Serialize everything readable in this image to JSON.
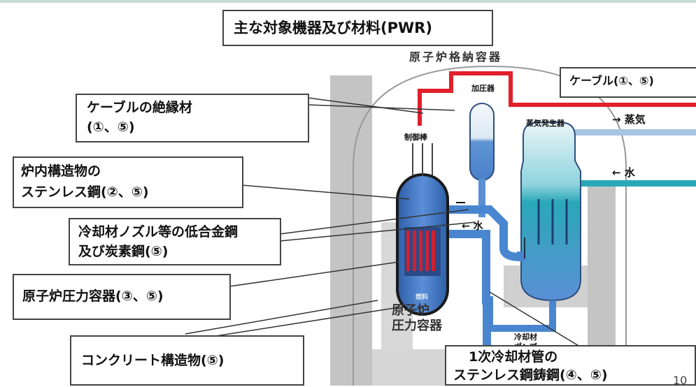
{
  "title": "主な対象機器及び材料(PWR)",
  "containment_label": "原子炉格納容器",
  "components": {
    "pressurizer": "加圧器",
    "steam_generator": "蒸気発生器",
    "control_rods": "制御棒",
    "steam_out": "→ 蒸気",
    "water_in": "← 水",
    "water_return": "← 水",
    "coolant_pump_line1": "冷却材",
    "coolant_pump_line2": "ポンプ",
    "fuel": "燃料",
    "vessel_line1": "原子炉",
    "vessel_line2": "圧力容器"
  },
  "callouts": {
    "cable": "ケーブル(①、⑤)",
    "cable_insulation_line1": "ケーブルの絶縁材",
    "cable_insulation_line2": "(①、⑤)",
    "internals_line1": "炉内構造物の",
    "internals_line2": "ステンレス鋼(②、⑤)",
    "nozzle_line1": "冷却材ノズル等の低合金鋼",
    "nozzle_line2": "及び炭素鋼(⑤)",
    "rpv": "原子炉圧力容器(③、⑤)",
    "concrete": "コンクリート構造物(⑤)",
    "piping_line1": "1次冷却材管の",
    "piping_line2": "ステンレス鋼鋳鋼(④、⑤)"
  },
  "page_number": "10",
  "colors": {
    "cable": "#e0202a",
    "water": "#3a7fcf",
    "steam_water": "#2aa8b8",
    "structure": "#c8c8c8"
  }
}
